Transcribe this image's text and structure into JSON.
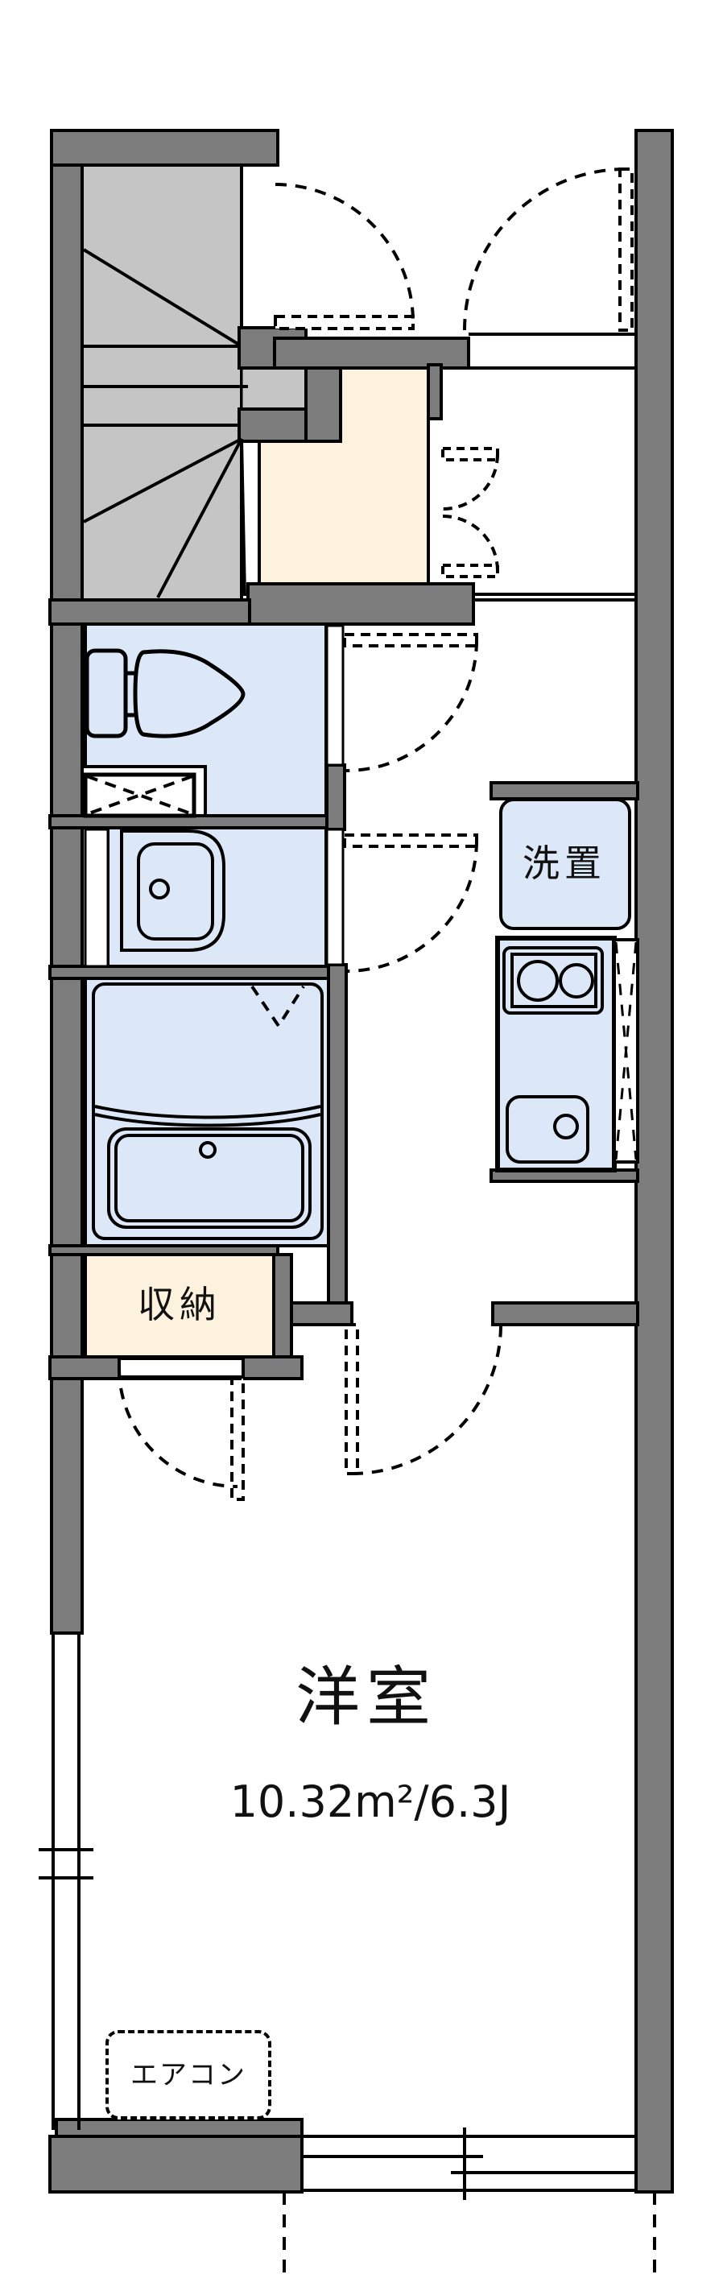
{
  "page": {
    "type": "apartment-floor-plan"
  },
  "labels": {
    "washer_space": "洗置",
    "storage": "収納",
    "western_room": "洋室",
    "western_room_area": "10.32m²/6.3J",
    "aircon": "エアコン"
  },
  "rooms": [
    {
      "name": "staircase",
      "label": ""
    },
    {
      "name": "entry-genkan",
      "label": ""
    },
    {
      "name": "toilet",
      "label": ""
    },
    {
      "name": "washroom",
      "label": ""
    },
    {
      "name": "bathroom",
      "label": ""
    },
    {
      "name": "kitchen-washer-space",
      "label": "洗置"
    },
    {
      "name": "storage-closet",
      "label": "収納"
    },
    {
      "name": "western-room",
      "label": "洋室",
      "area": "10.32m²/6.3J"
    }
  ],
  "colors": {
    "wall": "#7d7d7d",
    "stair": "#c5c5c5",
    "water": "#dce8f8",
    "entry": "#fcf2dd",
    "line": "#000000",
    "text": "#111111",
    "bg": "#ffffff"
  }
}
